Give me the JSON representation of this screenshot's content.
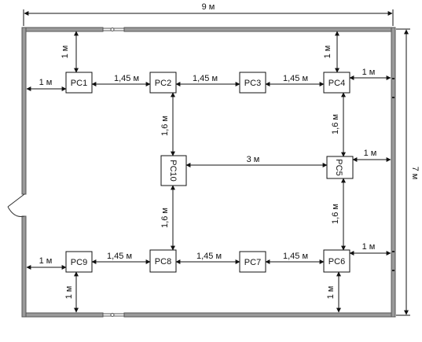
{
  "room": {
    "width_label": "9 м",
    "height_label": "7 м"
  },
  "workstations": [
    {
      "id": "pc1",
      "label": "PC1"
    },
    {
      "id": "pc2",
      "label": "PC2"
    },
    {
      "id": "pc3",
      "label": "PC3"
    },
    {
      "id": "pc4",
      "label": "PC4"
    },
    {
      "id": "pc5",
      "label": "PC5"
    },
    {
      "id": "pc6",
      "label": "PC6"
    },
    {
      "id": "pc7",
      "label": "PC7"
    },
    {
      "id": "pc8",
      "label": "PC8"
    },
    {
      "id": "pc9",
      "label": "PC9"
    },
    {
      "id": "pc10",
      "label": "PC10"
    }
  ],
  "distances": {
    "wall_gap": "1 м",
    "row_spacing": "1,45 м",
    "column_spacing": "1,6 м",
    "pc10_to_pc5": "3 м"
  }
}
